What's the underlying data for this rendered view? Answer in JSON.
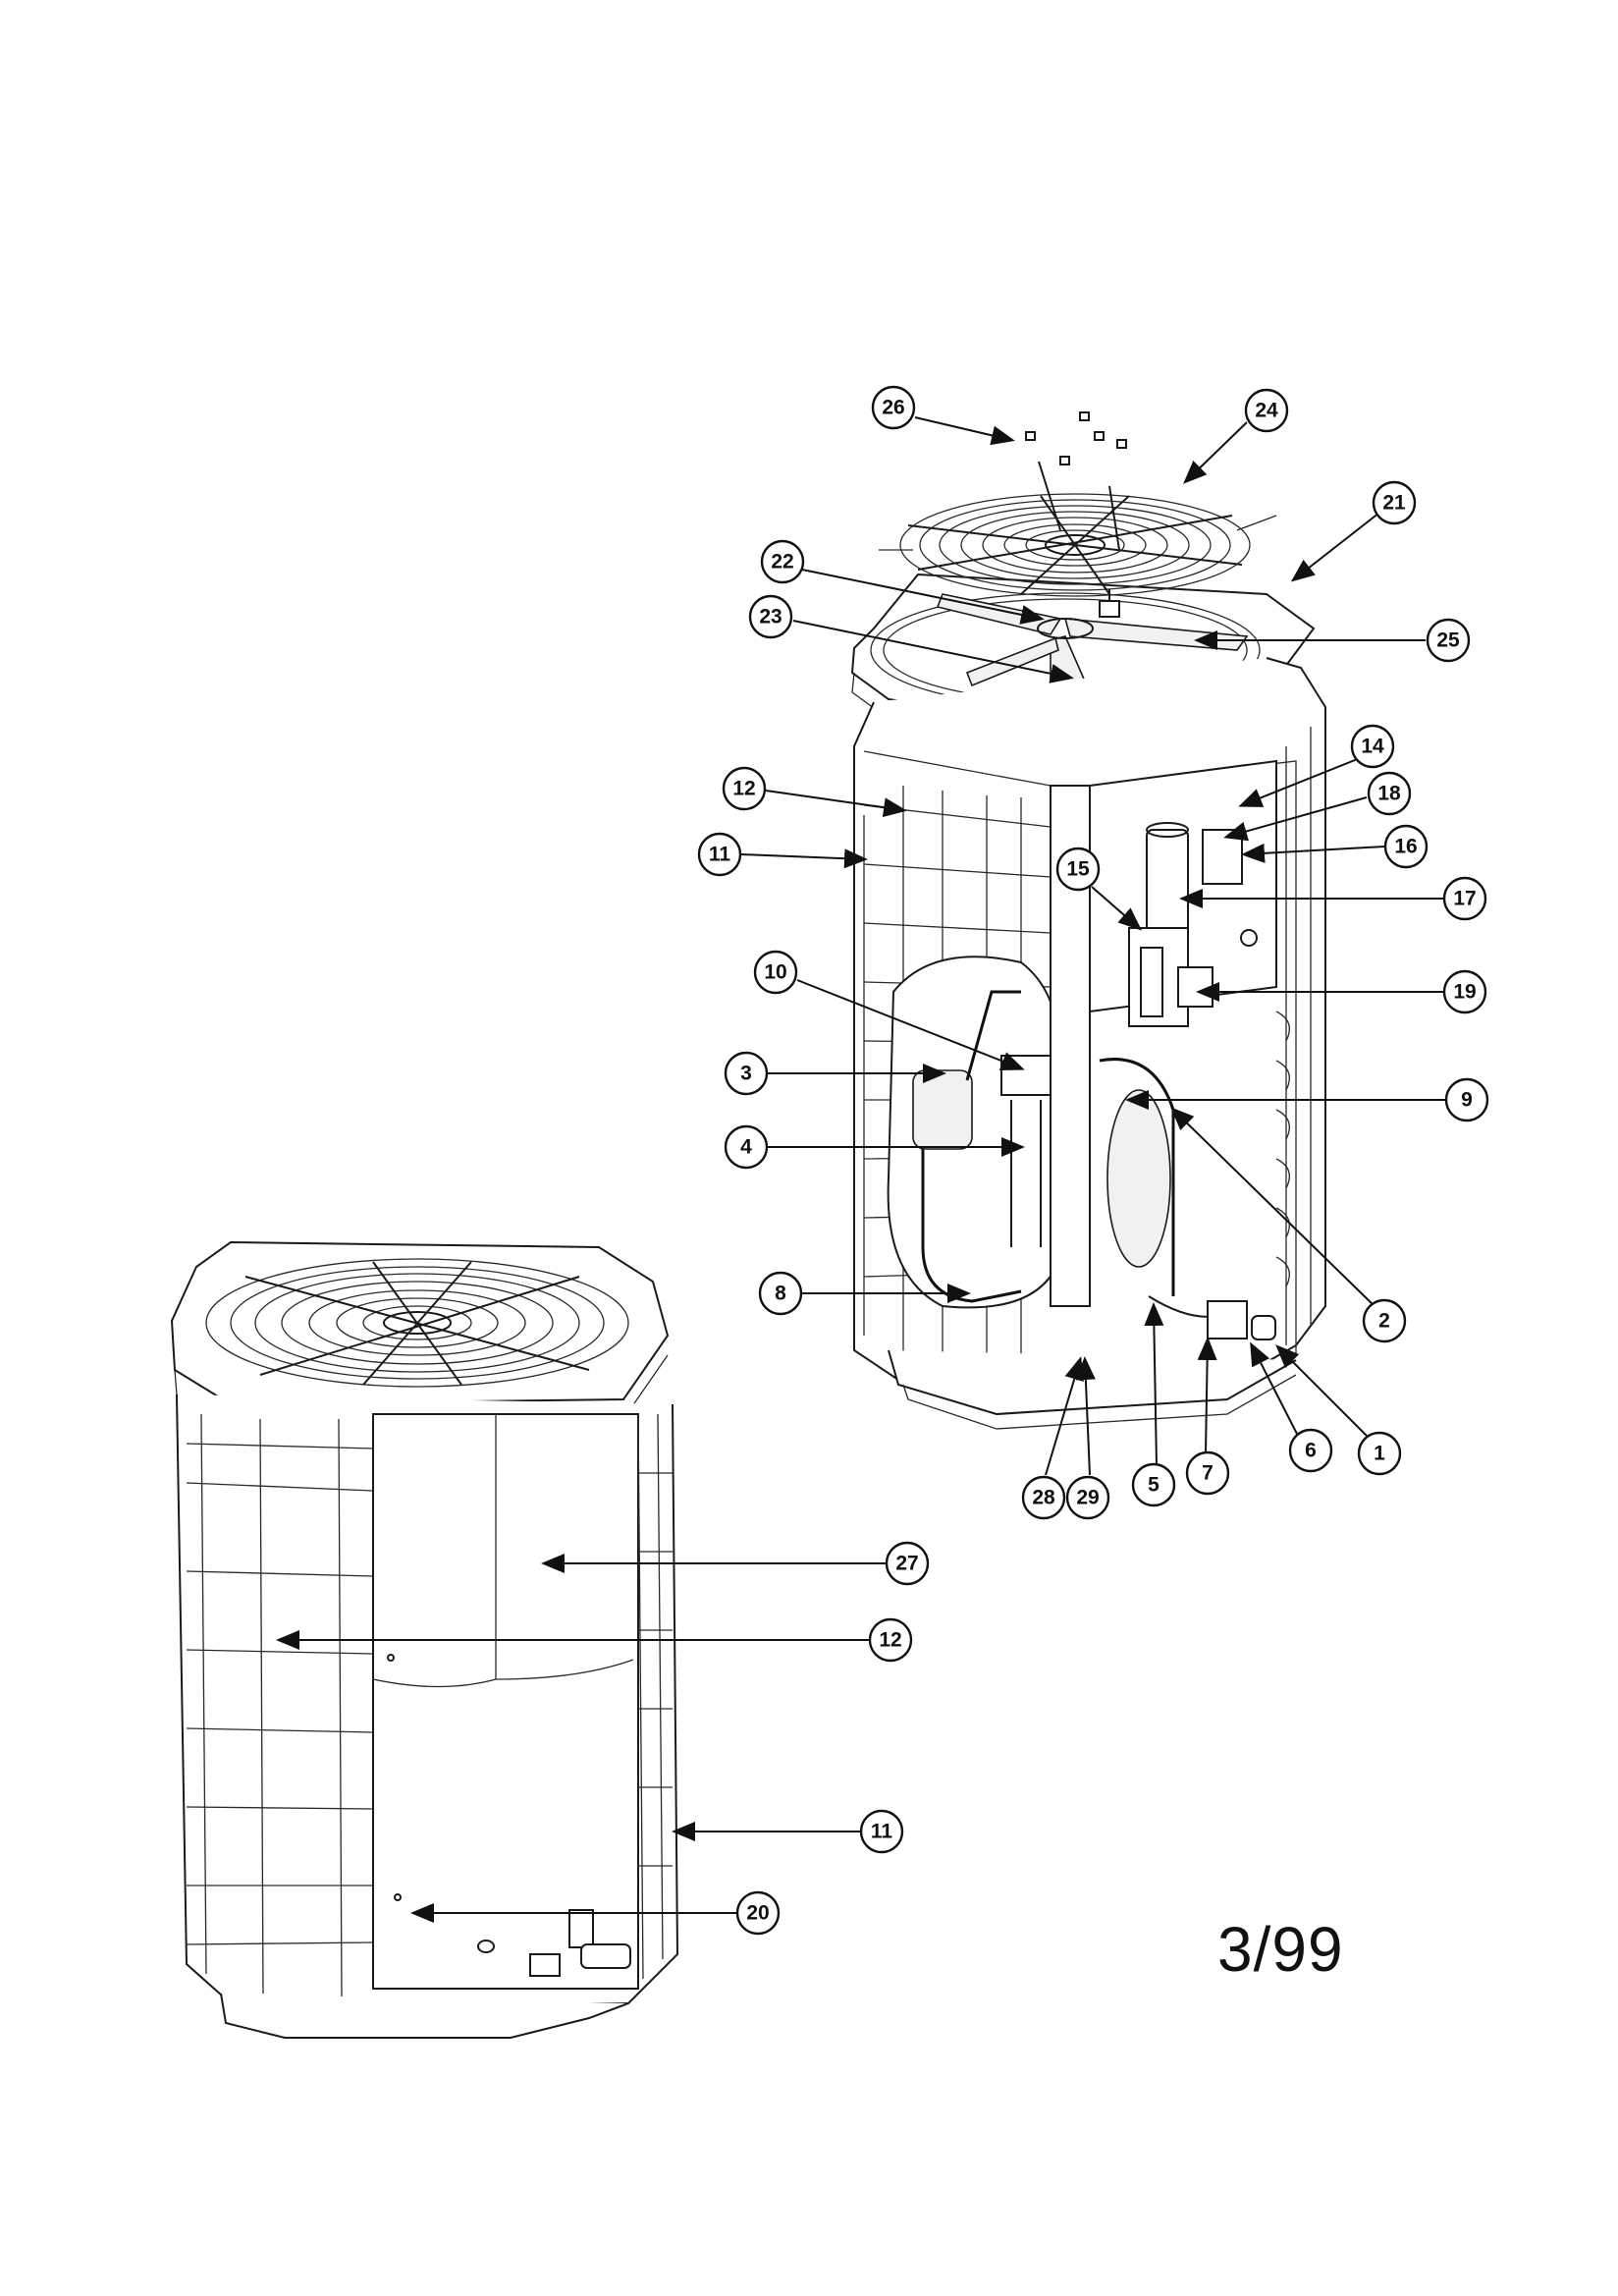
{
  "diagram": {
    "date_stamp": "3/99",
    "callouts": [
      {
        "label": "26"
      },
      {
        "label": "24"
      },
      {
        "label": "21"
      },
      {
        "label": "22"
      },
      {
        "label": "23"
      },
      {
        "label": "25"
      },
      {
        "label": "14"
      },
      {
        "label": "18"
      },
      {
        "label": "16"
      },
      {
        "label": "12"
      },
      {
        "label": "11"
      },
      {
        "label": "15"
      },
      {
        "label": "17"
      },
      {
        "label": "19"
      },
      {
        "label": "10"
      },
      {
        "label": "3"
      },
      {
        "label": "9"
      },
      {
        "label": "4"
      },
      {
        "label": "8"
      },
      {
        "label": "2"
      },
      {
        "label": "6"
      },
      {
        "label": "1"
      },
      {
        "label": "28"
      },
      {
        "label": "29"
      },
      {
        "label": "5"
      },
      {
        "label": "7"
      },
      {
        "label": "27"
      },
      {
        "label": "12"
      },
      {
        "label": "11"
      },
      {
        "label": "20"
      }
    ]
  }
}
